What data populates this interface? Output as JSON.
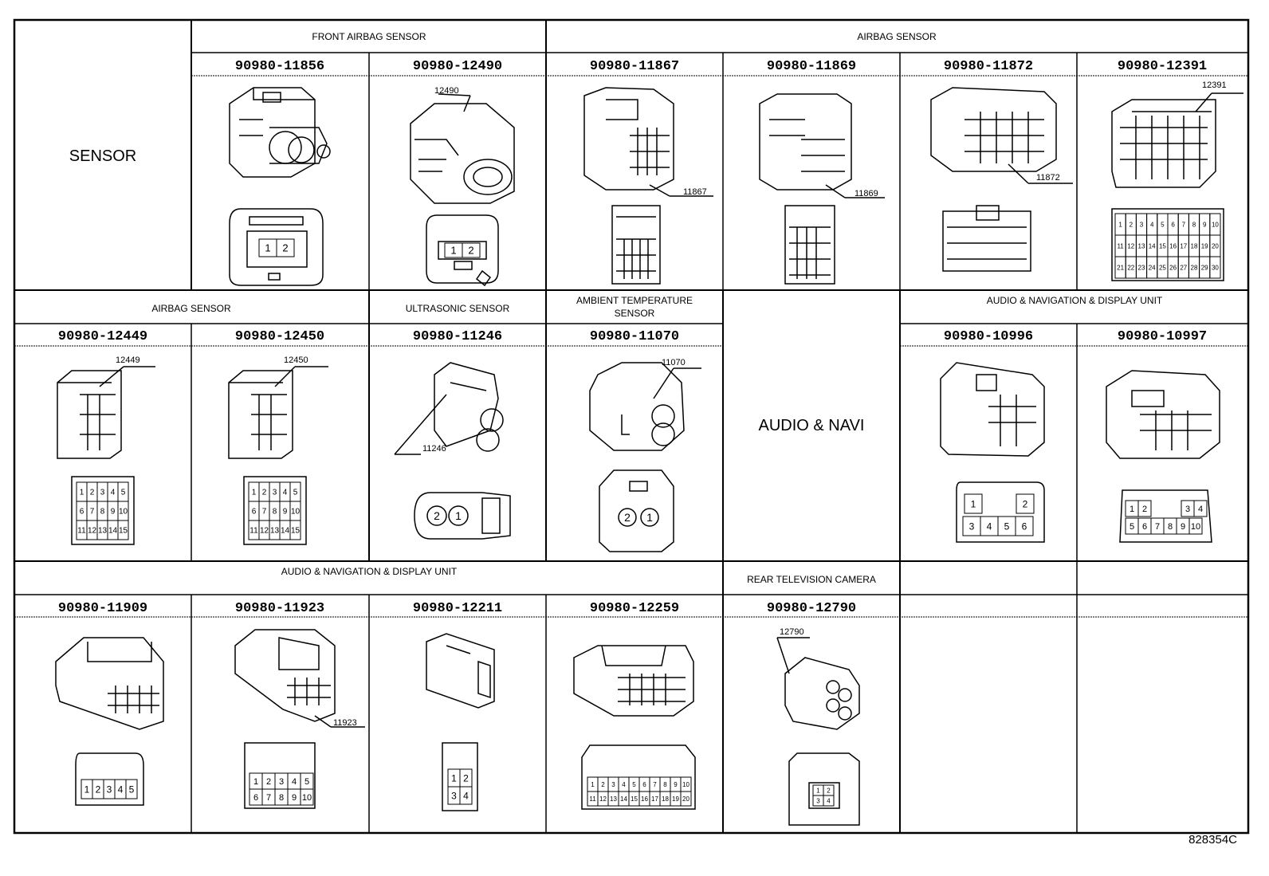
{
  "figure_id": "828354C",
  "row1": {
    "left_label": "SENSOR",
    "groups": [
      "FRONT AIRBAG SENSOR",
      "AIRBAG SENSOR"
    ],
    "parts": [
      {
        "number": "90980-11856",
        "callout": "",
        "pins": [
          "1",
          "2"
        ]
      },
      {
        "number": "90980-12490",
        "callout": "12490",
        "pins": [
          "1",
          "2"
        ]
      },
      {
        "number": "90980-11867",
        "callout": "11867",
        "pins": []
      },
      {
        "number": "90980-11869",
        "callout": "11869",
        "pins": []
      },
      {
        "number": "90980-11872",
        "callout": "11872",
        "pins": []
      },
      {
        "number": "90980-12391",
        "callout": "12391",
        "pins": [
          "1",
          "2",
          "3",
          "4",
          "5",
          "6",
          "7",
          "8",
          "9",
          "10",
          "11",
          "12",
          "13",
          "14",
          "15",
          "16",
          "17",
          "18",
          "19",
          "20",
          "21",
          "22",
          "23",
          "24",
          "25",
          "26",
          "27",
          "28",
          "29",
          "30"
        ]
      }
    ]
  },
  "row2": {
    "groups": [
      "AIRBAG SENSOR",
      "ULTRASONIC SENSOR",
      "AMBIENT TEMPERATURE SENSOR",
      "AUDIO & NAVIGATION & DISPLAY UNIT"
    ],
    "center_label": "AUDIO & NAVI",
    "parts": [
      {
        "number": "90980-12449",
        "callout": "12449",
        "pins": [
          "1",
          "2",
          "3",
          "4",
          "5",
          "6",
          "7",
          "8",
          "9",
          "10",
          "11",
          "12",
          "13",
          "14",
          "15"
        ]
      },
      {
        "number": "90980-12450",
        "callout": "12450",
        "pins": [
          "1",
          "2",
          "3",
          "4",
          "5",
          "6",
          "7",
          "8",
          "9",
          "10",
          "11",
          "12",
          "13",
          "14",
          "15"
        ]
      },
      {
        "number": "90980-11246",
        "callout": "11246",
        "pins": [
          "2",
          "1"
        ]
      },
      {
        "number": "90980-11070",
        "callout": "11070",
        "pins": [
          "2",
          "1"
        ]
      },
      {
        "number": "90980-10996",
        "callout": "",
        "pins": [
          "1",
          "2",
          "3",
          "4",
          "5",
          "6"
        ]
      },
      {
        "number": "90980-10997",
        "callout": "",
        "pins": [
          "1",
          "2",
          "3",
          "4",
          "5",
          "6",
          "7",
          "8",
          "9",
          "10"
        ]
      }
    ]
  },
  "row3": {
    "groups": [
      "AUDIO & NAVIGATION & DISPLAY UNIT",
      "REAR TELEVISION CAMERA"
    ],
    "parts": [
      {
        "number": "90980-11909",
        "callout": "",
        "pins": [
          "1",
          "2",
          "3",
          "4",
          "5"
        ]
      },
      {
        "number": "90980-11923",
        "callout": "11923",
        "pins": [
          "1",
          "2",
          "3",
          "4",
          "5",
          "6",
          "7",
          "8",
          "9",
          "10"
        ]
      },
      {
        "number": "90980-12211",
        "callout": "",
        "pins": [
          "1",
          "2",
          "3",
          "4"
        ]
      },
      {
        "number": "90980-12259",
        "callout": "",
        "pins": [
          "1",
          "2",
          "3",
          "4",
          "5",
          "6",
          "7",
          "8",
          "9",
          "10",
          "11",
          "12",
          "13",
          "14",
          "15",
          "16",
          "17",
          "18",
          "19",
          "20"
        ]
      },
      {
        "number": "90980-12790",
        "callout": "12790",
        "pins": [
          "1",
          "2",
          "3",
          "4"
        ]
      }
    ]
  }
}
